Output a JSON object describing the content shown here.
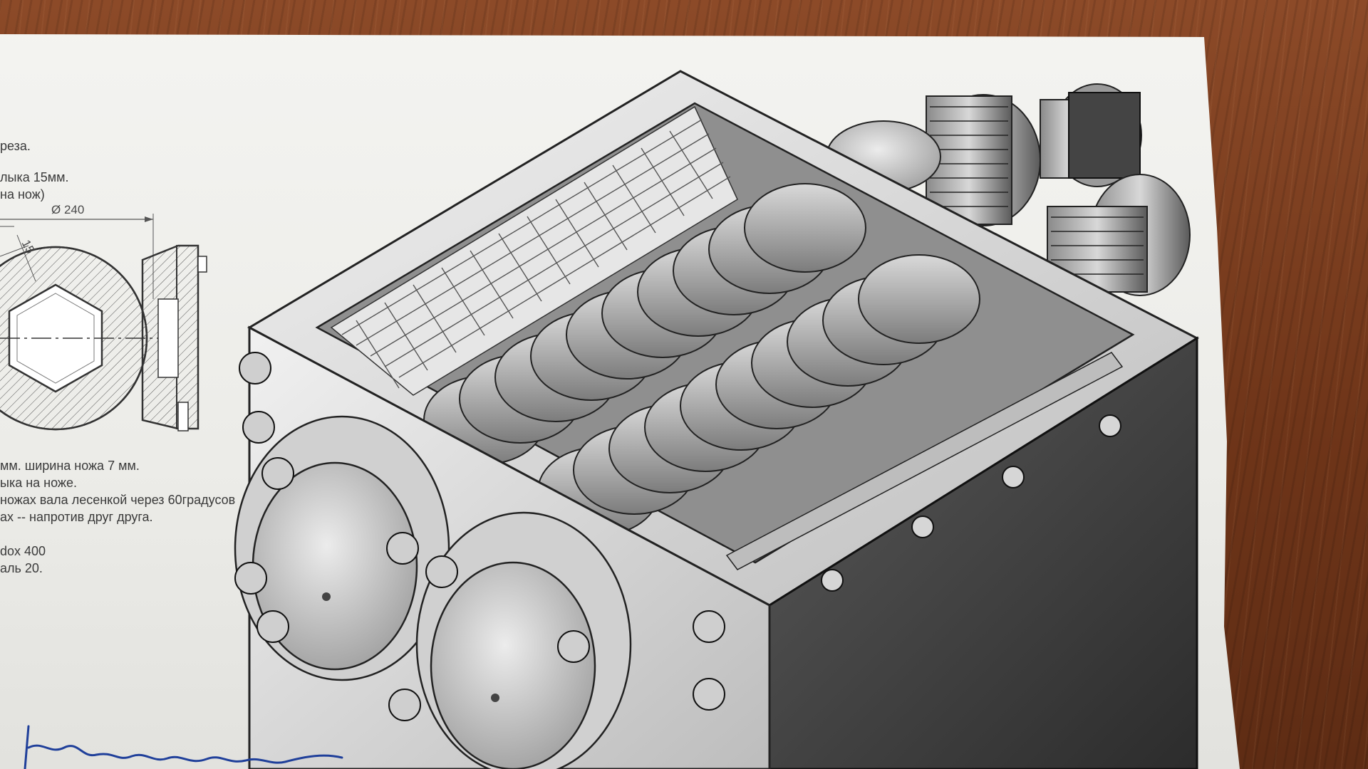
{
  "notes_top": {
    "line1": "реза.",
    "line2": "лыка 15мм.",
    "line3": "на нож)"
  },
  "section_view": {
    "diameter_label": "Ø 240",
    "angle_label": "15"
  },
  "notes_bottom": {
    "line1": "мм. ширина ножа 7 мм.",
    "line2": "ыка на ноже.",
    "line3": "ножах вала лесенкой через 60градусов",
    "line4": "ах -- напротив друг друга.",
    "line5": "dox 400",
    "line6": "аль 20."
  },
  "colors": {
    "paper": "#f0f0ec",
    "desk_wood": "#7a3f22",
    "ink": "#3a3a3a",
    "pen": "#1f3f9a"
  }
}
